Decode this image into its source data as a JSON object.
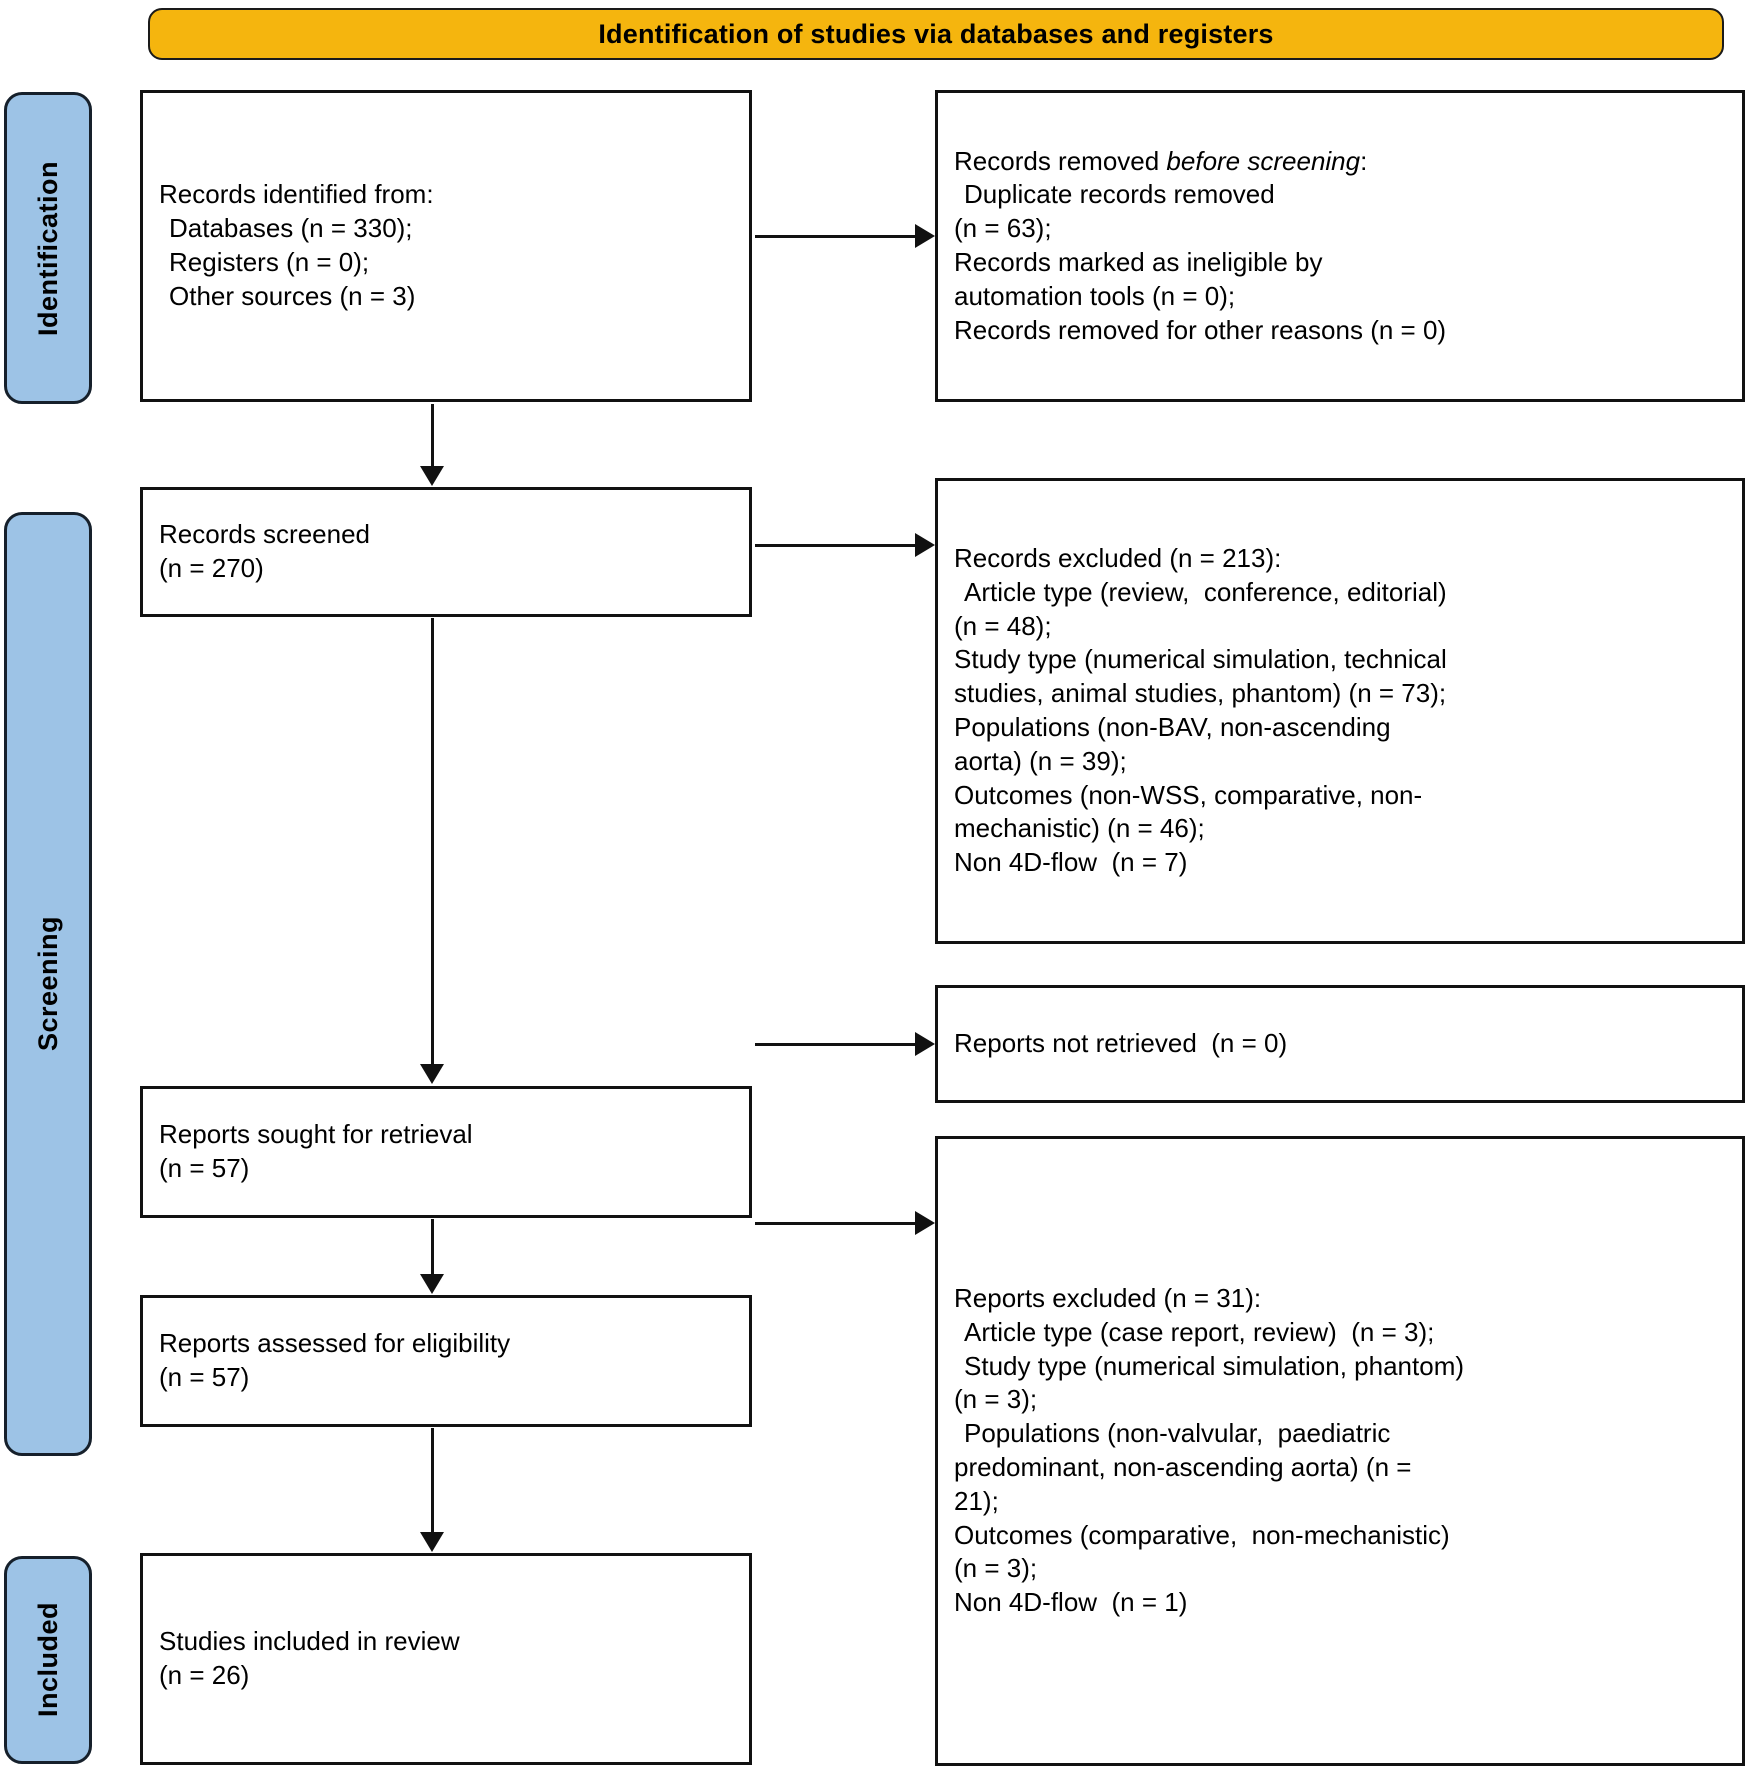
{
  "banner": {
    "title": "Identification of studies via databases and registers"
  },
  "colors": {
    "banner_bg": "#F5B50E",
    "stage_bg": "#9DC3E6",
    "box_border": "#111111",
    "text": "#000000"
  },
  "stages": [
    {
      "id": "identification",
      "label": "Identification"
    },
    {
      "id": "screening",
      "label": "Screening"
    },
    {
      "id": "included",
      "label": "Included"
    }
  ],
  "boxes": {
    "identified": {
      "lines": [
        "Records identified from:",
        "Databases (n = 330);",
        "Registers (n = 0);",
        "Other sources (n = 3)"
      ]
    },
    "removed_before": {
      "line1_plain": "Records removed ",
      "line1_italic": "before screening",
      "line1_tail": ":",
      "lines": [
        "Duplicate records removed",
        "(n = 63);",
        "Records marked as ineligible by",
        "automation tools (n = 0);",
        "Records removed for other reasons (n = 0)"
      ]
    },
    "screened": {
      "lines": [
        "Records screened",
        "(n = 270)"
      ]
    },
    "records_excluded": {
      "lines": [
        "Records excluded (n = 213):",
        "Article type (review,  conference, editorial)",
        "(n = 48);",
        "Study type (numerical simulation, technical",
        "studies, animal studies, phantom) (n = 73);",
        "Populations (non-BAV, non-ascending",
        "aorta) (n = 39);",
        "Outcomes (non-WSS, comparative, non-",
        "mechanistic) (n = 46);",
        "Non 4D-flow  (n = 7)"
      ]
    },
    "sought": {
      "lines": [
        "Reports sought for retrieval",
        "(n = 57)"
      ]
    },
    "not_retrieved": {
      "lines": [
        "Reports not retrieved  (n = 0)"
      ]
    },
    "assessed": {
      "lines": [
        "Reports assessed for eligibility",
        "(n = 57)"
      ]
    },
    "reports_excluded": {
      "lines": [
        "Reports excluded (n = 31):",
        "Article type (case report, review)  (n = 3);",
        "Study type (numerical simulation, phantom)",
        "(n = 3);",
        "Populations (non-valvular,  paediatric",
        "predominant, non-ascending aorta) (n =",
        "21);",
        "Outcomes (comparative,  non-mechanistic)",
        "(n = 3);",
        "Non 4D-flow  (n = 1)"
      ]
    },
    "included": {
      "lines": [
        "Studies included in review",
        "(n = 26)"
      ]
    }
  }
}
